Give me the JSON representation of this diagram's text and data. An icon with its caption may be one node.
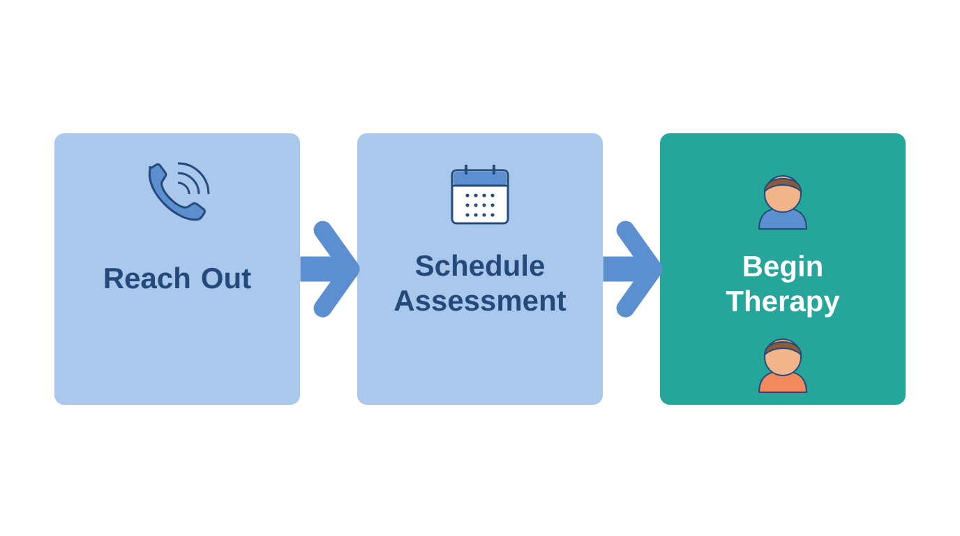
{
  "diagram": {
    "nodes": [
      {
        "text": [
          "Reach Out"
        ]
      },
      {
        "text": [
          "Schedule Assessment"
        ]
      },
      {
        "text": [
          "Begin Therapy"
        ]
      }
    ],
    "edges": [
      {
        "from": 0,
        "to": 1,
        "arrow": "to"
      },
      {
        "from": 1,
        "to": 2,
        "arrow": "to"
      }
    ]
  }
}
